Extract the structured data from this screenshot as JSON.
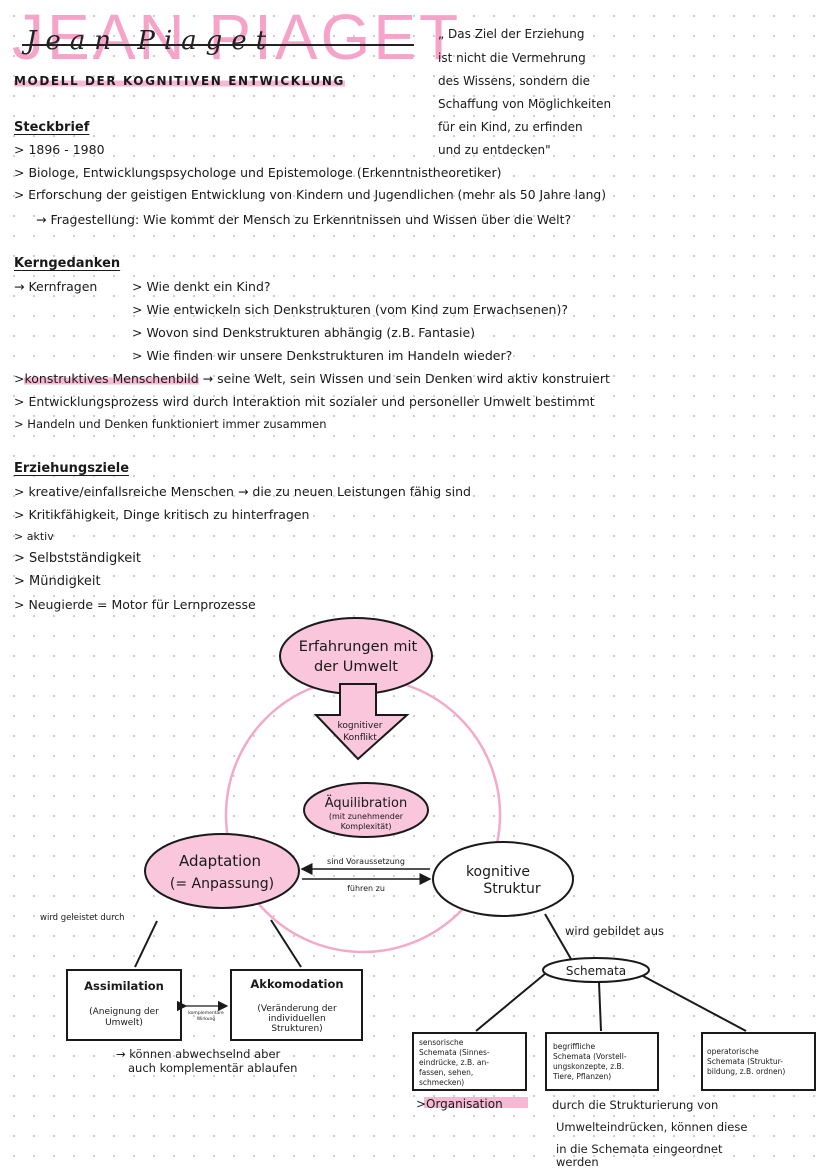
{
  "header": {
    "title": "JEAN PIAGET",
    "script_name": "Jean Piaget",
    "subtitle": "MODELL DER KOGNITIVEN ENTWICKLUNG"
  },
  "quote": {
    "lines": [
      "„ Das Ziel der Erziehung",
      "ist nicht die Vermehrung",
      "des Wissens, sondern die",
      "Schaffung von Möglichkeiten",
      "für ein Kind, zu erfinden",
      "und zu entdecken\""
    ]
  },
  "steckbrief": {
    "heading": "Steckbrief",
    "items": [
      "> 1896 - 1980",
      "> Biologe, Entwicklungspsychologe und Epistemologe (Erkenntnistheoretiker)",
      "> Erforschung der geistigen Entwicklung von Kindern und Jugendlichen (mehr als 50 Jahre lang)",
      "→ Fragestellung: Wie kommt der Mensch zu Erkenntnissen und Wissen über die Welt?"
    ]
  },
  "kerngedanken": {
    "heading": "Kerngedanken",
    "kernfragen_label": "→ Kernfragen",
    "questions": [
      "> Wie denkt ein Kind?",
      "> Wie entwickeln sich Denkstrukturen (vom Kind zum Erwachsenen)?",
      "> Wovon sind Denkstrukturen abhängig (z.B. Fantasie)",
      "> Wie finden wir unsere Denkstrukturen im Handeln wieder?"
    ],
    "menschenbild_prefix": ">",
    "menschenbild_hl": "konstruktives Menschenbild",
    "menschenbild_rest": " → seine Welt, sein Wissen und sein Denken wird aktiv konstruiert",
    "items": [
      "> Entwicklungsprozess wird durch Interaktion mit sozialer und personeller Umwelt bestimmt",
      "> Handeln und Denken funktioniert immer zusammen"
    ]
  },
  "erziehungsziele": {
    "heading": "Erziehungsziele",
    "items": [
      "> kreative/einfallsreiche Menschen → die zu neuen Leistungen fähig sind",
      "> Kritikfähigkeit, Dinge kritisch zu hinterfragen",
      "> aktiv",
      "> Selbstständigkeit",
      "> Mündigkeit",
      "> Neugierde = Motor für Lernprozesse"
    ]
  },
  "diagram": {
    "top_bubble": [
      "Erfahrungen mit",
      "der Umwelt"
    ],
    "arrow_label": [
      "kognitiver",
      "Konflikt"
    ],
    "center_title": "Äquilibration",
    "center_sub": [
      "(mit zunehmender",
      "Komplexität)"
    ],
    "adaptation": [
      "Adaptation",
      "(= Anpassung)"
    ],
    "struktur": [
      "kognitive",
      "Struktur"
    ],
    "arrow_top_label": "sind Voraussetzung",
    "arrow_bottom_label": "führen zu",
    "geleistet_label": "wird geleistet durch",
    "assimilation_title": "Assimilation",
    "assimilation_desc": [
      "(Aneignung der",
      "Umwelt)"
    ],
    "akkomodation_title": "Akkomodation",
    "akkomodation_desc": [
      "(Veränderung der",
      "individuellen",
      "Strukturen)"
    ],
    "komplementaer_label": [
      "komplementäre",
      "Wirkung"
    ],
    "abwechselnd_note": [
      "→ können abwechselnd aber",
      "auch komplementär ablaufen"
    ],
    "gebildet_label": "wird gebildet aus",
    "schemata_label": "Schemata",
    "schema_boxes": [
      [
        "sensorische",
        "Schemata (Sinnes-",
        "eindrücke, z.B. an-",
        "fassen, sehen,",
        "schmecken)"
      ],
      [
        "begriffliche",
        "Schemata (Vorstell-",
        "ungskonzepte, z.B.",
        "Tiere, Pflanzen)"
      ],
      [
        "operatorische",
        "Schemata (Struktur-",
        "bildung, z.B. ordnen)"
      ]
    ],
    "organisation_prefix": ">",
    "organisation_hl": "Organisation",
    "organisation_text": [
      "durch die Strukturierung von",
      "Umwelteindrücken, können diese",
      "in die Schemata eingeordnet",
      "werden"
    ]
  },
  "colors": {
    "accent_pink": "#f5a3c8",
    "fill_pink": "#f9c6dc",
    "circle_pink": "#f4a9c9",
    "ink": "#1a1a1a"
  }
}
